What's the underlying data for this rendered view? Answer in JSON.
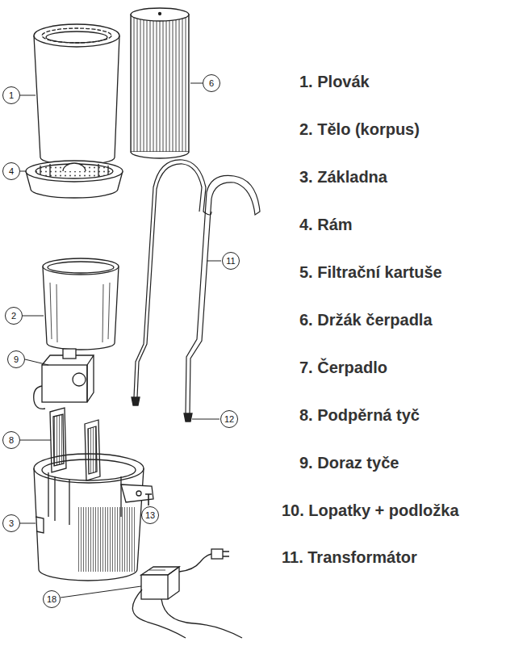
{
  "diagram": {
    "nodes": [
      {
        "text": [
          "6"
        ]
      },
      {
        "text": [
          "1"
        ]
      },
      {
        "text": [
          "4"
        ]
      },
      {
        "text": [
          "11"
        ]
      },
      {
        "text": [
          "2"
        ]
      },
      {
        "text": [
          "9"
        ]
      },
      {
        "text": [
          "12"
        ]
      },
      {
        "text": [
          "8"
        ]
      },
      {
        "text": [
          "13"
        ]
      },
      {
        "text": [
          "3"
        ]
      },
      {
        "text": [
          "18"
        ]
      }
    ],
    "labels": [
      "1. Plovák",
      "2. Tělo (korpus)",
      "3. Základna",
      "4. Rám",
      "5. Filtrační kartuše",
      "6. Držák čerpadla",
      "7. Čerpadlo",
      "8. Podpěrná tyč",
      "9. Doraz tyče",
      "10. Lopatky + podložka",
      "11. Transformátor"
    ]
  }
}
